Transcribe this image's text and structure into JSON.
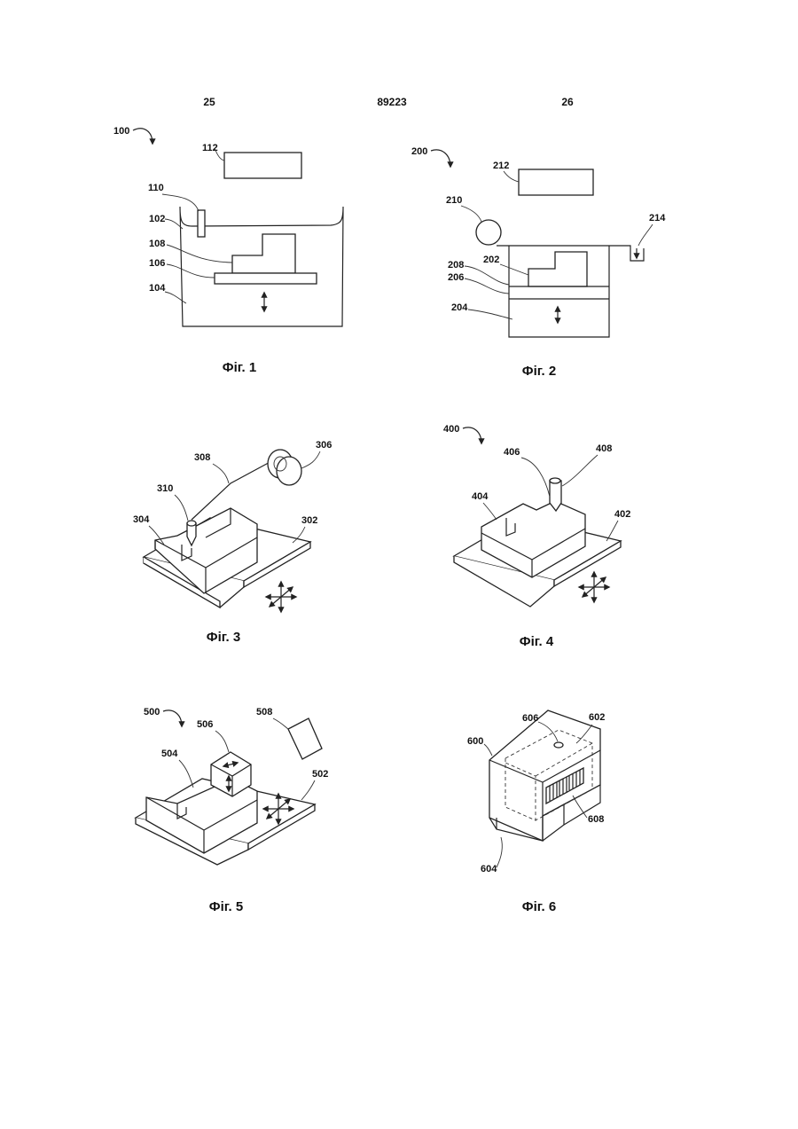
{
  "header": {
    "page_left": "25",
    "doc_number": "89223",
    "page_right": "26"
  },
  "figures": {
    "fig1": {
      "caption": "Фіг. 1",
      "labels": {
        "system": "100",
        "controller": "112",
        "sensor": "110",
        "vat": "102",
        "part": "108",
        "platform": "106",
        "liquid": "104"
      }
    },
    "fig2": {
      "caption": "Фіг. 2",
      "labels": {
        "system": "200",
        "controller": "212",
        "roller": "210",
        "overflow": "214",
        "part": "202",
        "layer": "208",
        "platform": "206",
        "powder": "204"
      }
    },
    "fig3": {
      "caption": "Фіг. 3",
      "labels": {
        "spool": "306",
        "filament": "308",
        "nozzle": "310",
        "part": "304",
        "bed": "302"
      }
    },
    "fig4": {
      "caption": "Фіг. 4",
      "labels": {
        "system": "400",
        "head": "406",
        "tool": "408",
        "part": "404",
        "bed": "402"
      }
    },
    "fig5": {
      "caption": "Фіг. 5",
      "labels": {
        "system": "500",
        "head": "506",
        "source": "508",
        "part": "504",
        "bed": "502"
      }
    },
    "fig6": {
      "caption": "Фіг. 6",
      "labels": {
        "part": "600",
        "face": "602",
        "feature": "606",
        "base": "604",
        "code": "608"
      }
    }
  },
  "icons": {
    "arrows": "double-arrow-icon",
    "multi_axis": "multi-axis-arrows-icon",
    "barcode": "barcode-icon"
  }
}
